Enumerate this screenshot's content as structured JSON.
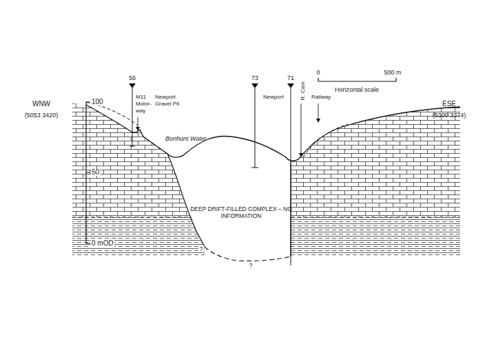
{
  "diagram": {
    "labels": [
      "WNW",
      "(5053 3420)",
      "ESE",
      "(5300 3374)",
      "100",
      "50",
      "0 mOD",
      "56",
      "M11 Motor- way",
      "Newport Gravel Pit",
      "73",
      "71",
      "Newport",
      "R. Cam",
      "Railway",
      "0",
      "500 m",
      "Horizontal scale",
      "Bonhunt Water",
      "DEEP DRIFT-FILLED COMPLEX – NO INFORMATION",
      "?",
      "?"
    ]
  }
}
